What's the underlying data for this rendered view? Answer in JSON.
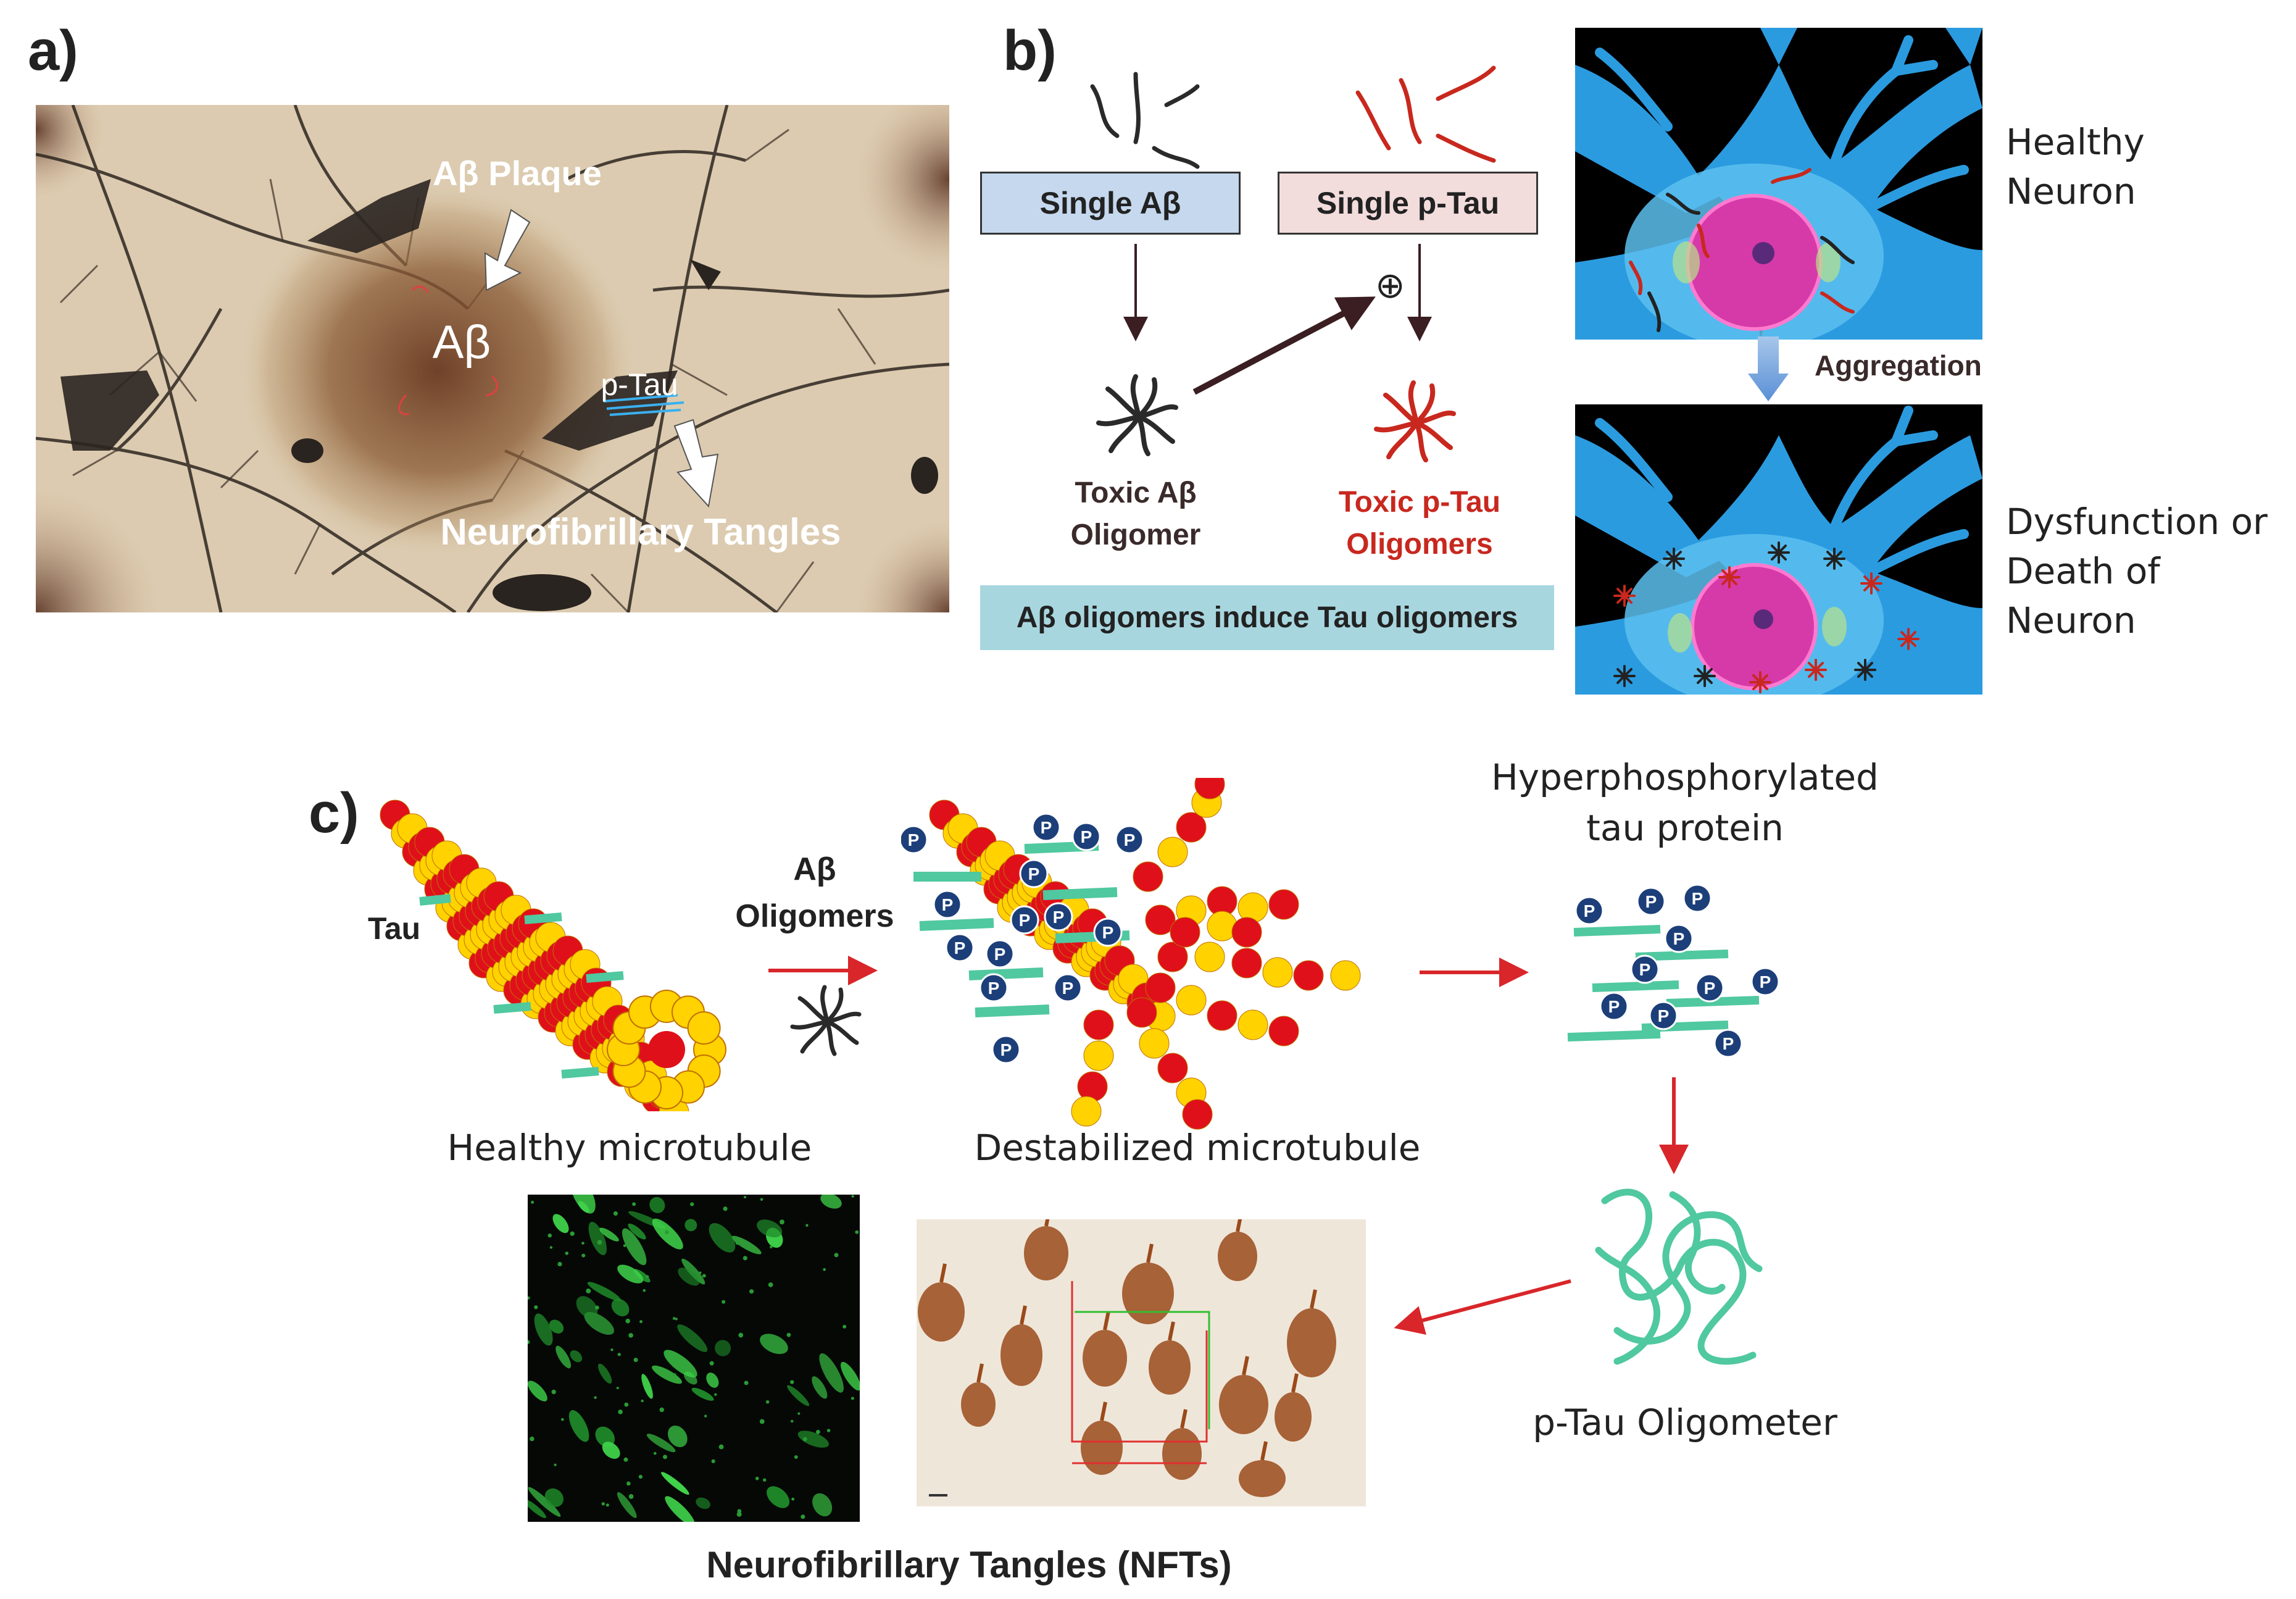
{
  "panels": {
    "a": {
      "letter": "a)",
      "labels": {
        "plaque": "Aβ Plaque",
        "ab": "Aβ",
        "ptau": "p-Tau",
        "nft": "Neurofibrillary Tangles"
      }
    },
    "b": {
      "letter": "b)",
      "single_ab": "Single Aβ",
      "single_ptau": "Single p-Tau",
      "plus": "⊕",
      "toxic_ab": [
        "Toxic Aβ",
        "Oligomer"
      ],
      "toxic_ptau": [
        "Toxic p-Tau",
        "Oligomers"
      ],
      "induce": "Aβ oligomers induce Tau oligomers",
      "aggregation": "Aggregation",
      "healthy_neuron": [
        "Healthy",
        "Neuron"
      ],
      "dysfunction": [
        "Dysfunction or",
        "Death of Neuron"
      ]
    },
    "c": {
      "letter": "c)",
      "tau": "Tau",
      "ab_oligomers": [
        "Aβ",
        "Oligomers"
      ],
      "healthy_mt": "Healthy microtubule",
      "destab_mt": "Destabilized microtubule",
      "hyper": [
        "Hyperphosphorylated",
        "tau protein"
      ],
      "ptau_olig": "p-Tau Oligometer",
      "nfts": "Neurofibrillary Tangles (NFTs)",
      "p_marker": "P"
    }
  },
  "colors": {
    "ab_box": "#c5d8ee",
    "ptau_box": "#f3dcdc",
    "induce_box": "#a8d6df",
    "toxic_ptau": "#c8281e",
    "arrow_red": "#d8262a",
    "tubulin_red": "#e0101a",
    "tubulin_yellow": "#ffd200",
    "tau_green": "#50c8a0",
    "neuron_blue": "#2b9be0",
    "nucleus": "#d63aa8"
  }
}
